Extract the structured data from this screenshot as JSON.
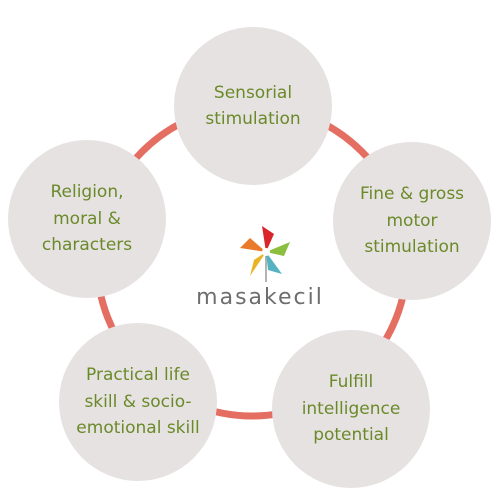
{
  "colors": {
    "ring": "#e46e62",
    "circle_fill": "#e6e2e1",
    "label_text": "#6a8a2a",
    "brand_text": "#6e6e6e",
    "pinwheel": [
      "#d9262a",
      "#8cbf3f",
      "#55b3c1",
      "#e8b422",
      "#e87a2a"
    ]
  },
  "center": {
    "logo_icon": "pinwheel-icon",
    "brand": "masakecil"
  },
  "nodes": [
    {
      "label": "Sensorial\nstimulation"
    },
    {
      "label": "Fine & gross\nmotor\nstimulation"
    },
    {
      "label": "Fulfill\nintelligence\npotential"
    },
    {
      "label": "Practical life\nskill & socio-\nemotional skill"
    },
    {
      "label": "Religion,\nmoral &\ncharacters"
    }
  ]
}
